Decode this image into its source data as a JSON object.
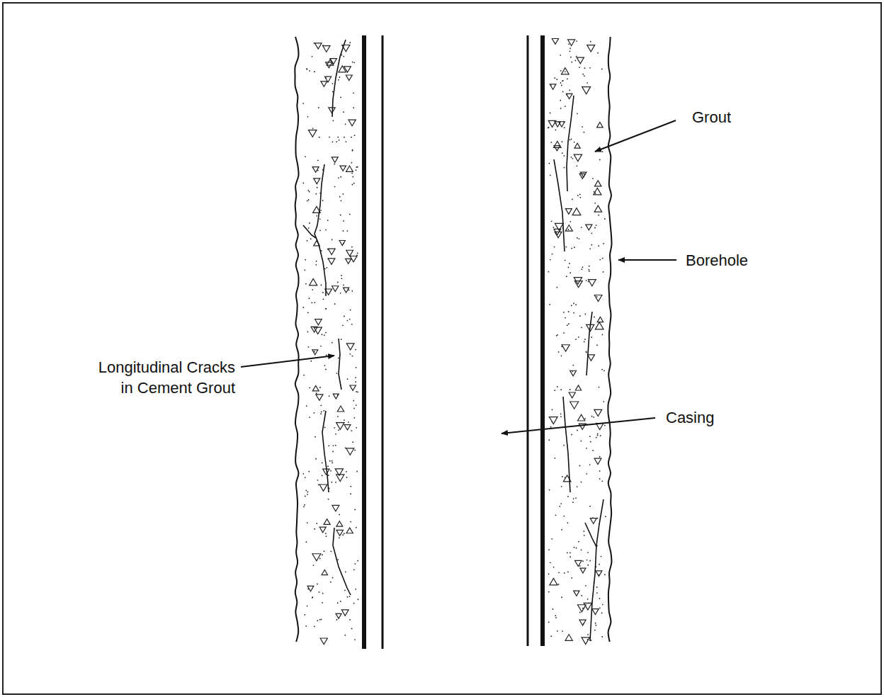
{
  "diagram": {
    "labels": [
      "Grout",
      "Borehole",
      "Longitudinal Cracks in Cement Grout",
      "Casing"
    ]
  }
}
